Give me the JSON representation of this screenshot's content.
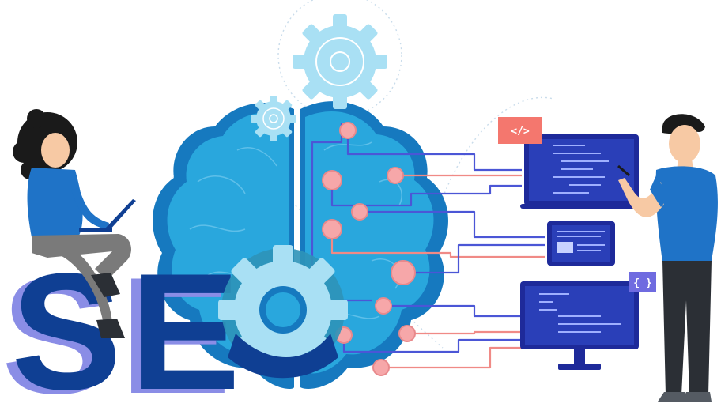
{
  "illustration": {
    "seo_letters": [
      "S",
      "E",
      "O"
    ],
    "code_tag_label": "</>",
    "braces_badge_label": "{ }"
  },
  "colors": {
    "brain_light": "#29a7dd",
    "brain_dark": "#1679bf",
    "seo_letters": "#0f3f93",
    "seo_letters_side": "#8a8de6",
    "gear_light": "#a9e0f4",
    "gear_dark": "#2e93b8",
    "node_pink": "#f6a7a9",
    "wire_blue": "#4b56d6",
    "wire_pink": "#f08a86",
    "screen_bg": "#2a3fb8",
    "device_frame": "#1e2a9a",
    "code_badge": "#f4776e",
    "braces_badge": "#6f6be0",
    "shirt_blue": "#1f73c7",
    "pants_dark": "#2b2f35",
    "hair_dark": "#1a1a1a",
    "skin": "#f7c9a4"
  }
}
